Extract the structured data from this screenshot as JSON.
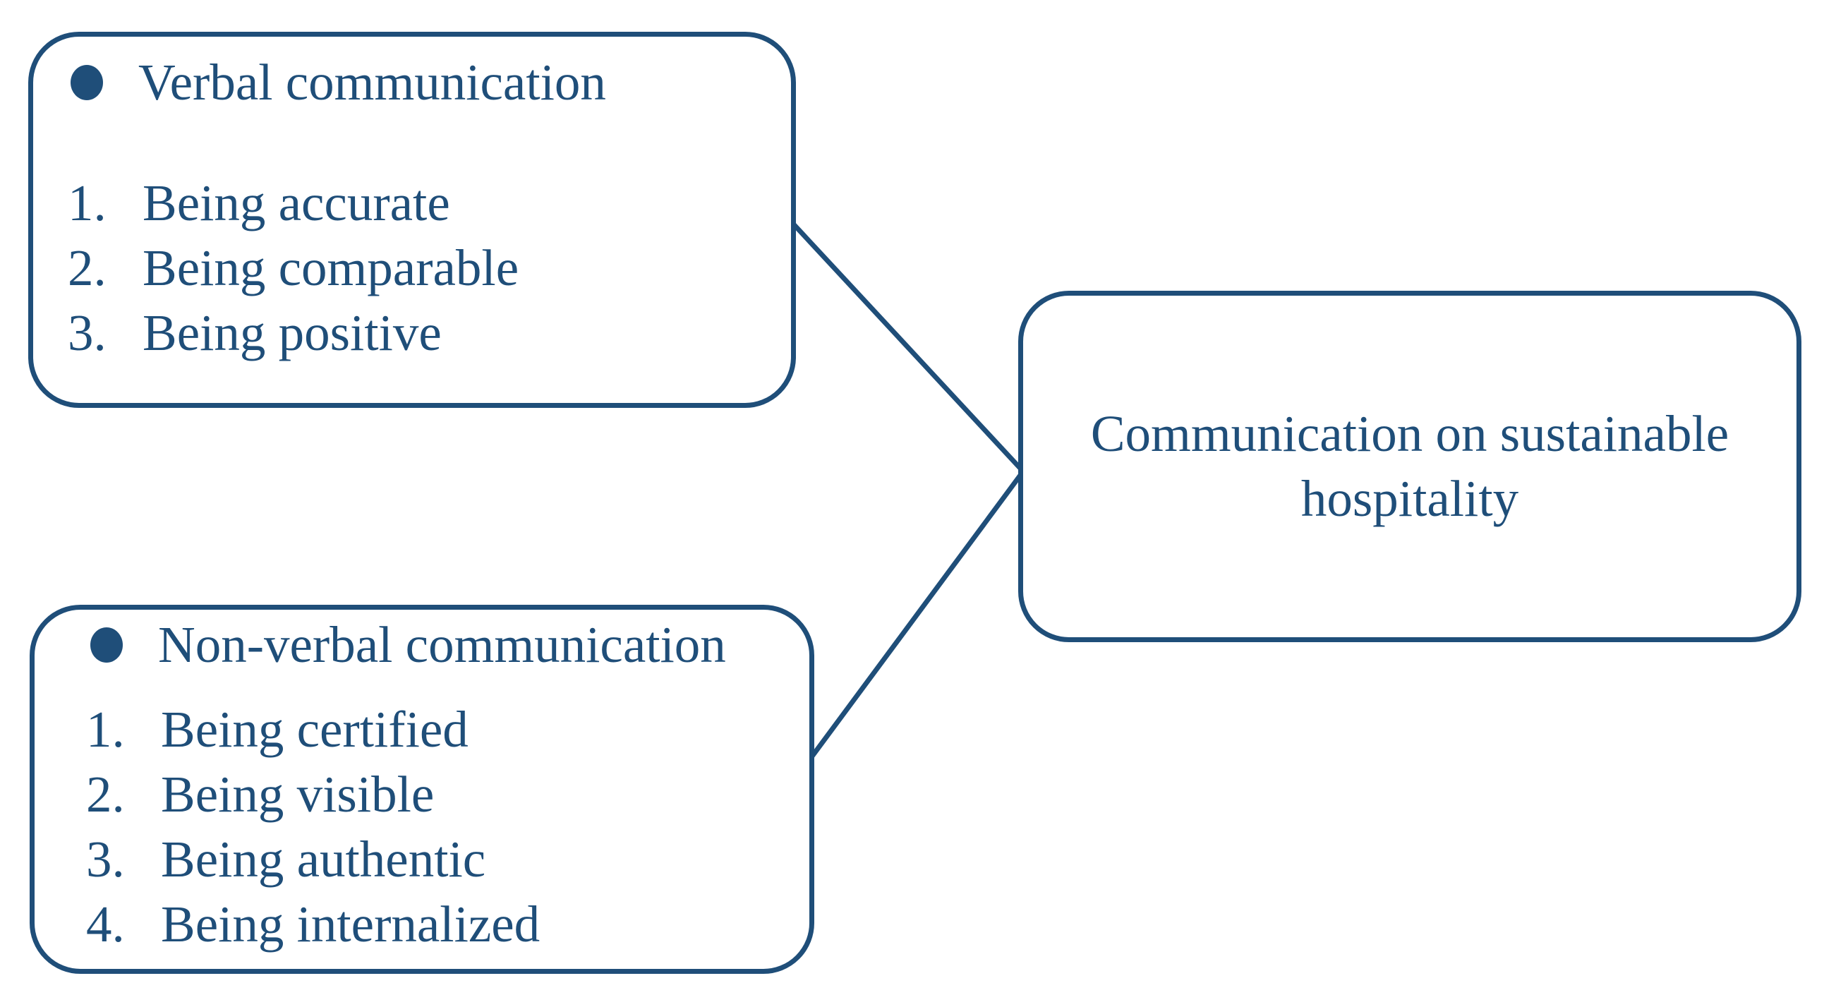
{
  "figure": {
    "background": "#ffffff",
    "accent_color": "#1F4E79",
    "icons": {
      "bullet_dot": "filled-circle"
    }
  },
  "verbal_box": {
    "title": "Verbal communication",
    "items": [
      {
        "num": "1.",
        "label": "Being accurate"
      },
      {
        "num": "2.",
        "label": "Being comparable"
      },
      {
        "num": "3.",
        "label": "Being positive"
      }
    ]
  },
  "nonverbal_box": {
    "title": "Non-verbal communication",
    "items": [
      {
        "num": "1.",
        "label": "Being certified"
      },
      {
        "num": "2.",
        "label": "Being visible"
      },
      {
        "num": "3.",
        "label": "Being authentic"
      },
      {
        "num": "4.",
        "label": "Being internalized"
      }
    ]
  },
  "main_box": {
    "title": "Communication on sustainable hospitality"
  }
}
